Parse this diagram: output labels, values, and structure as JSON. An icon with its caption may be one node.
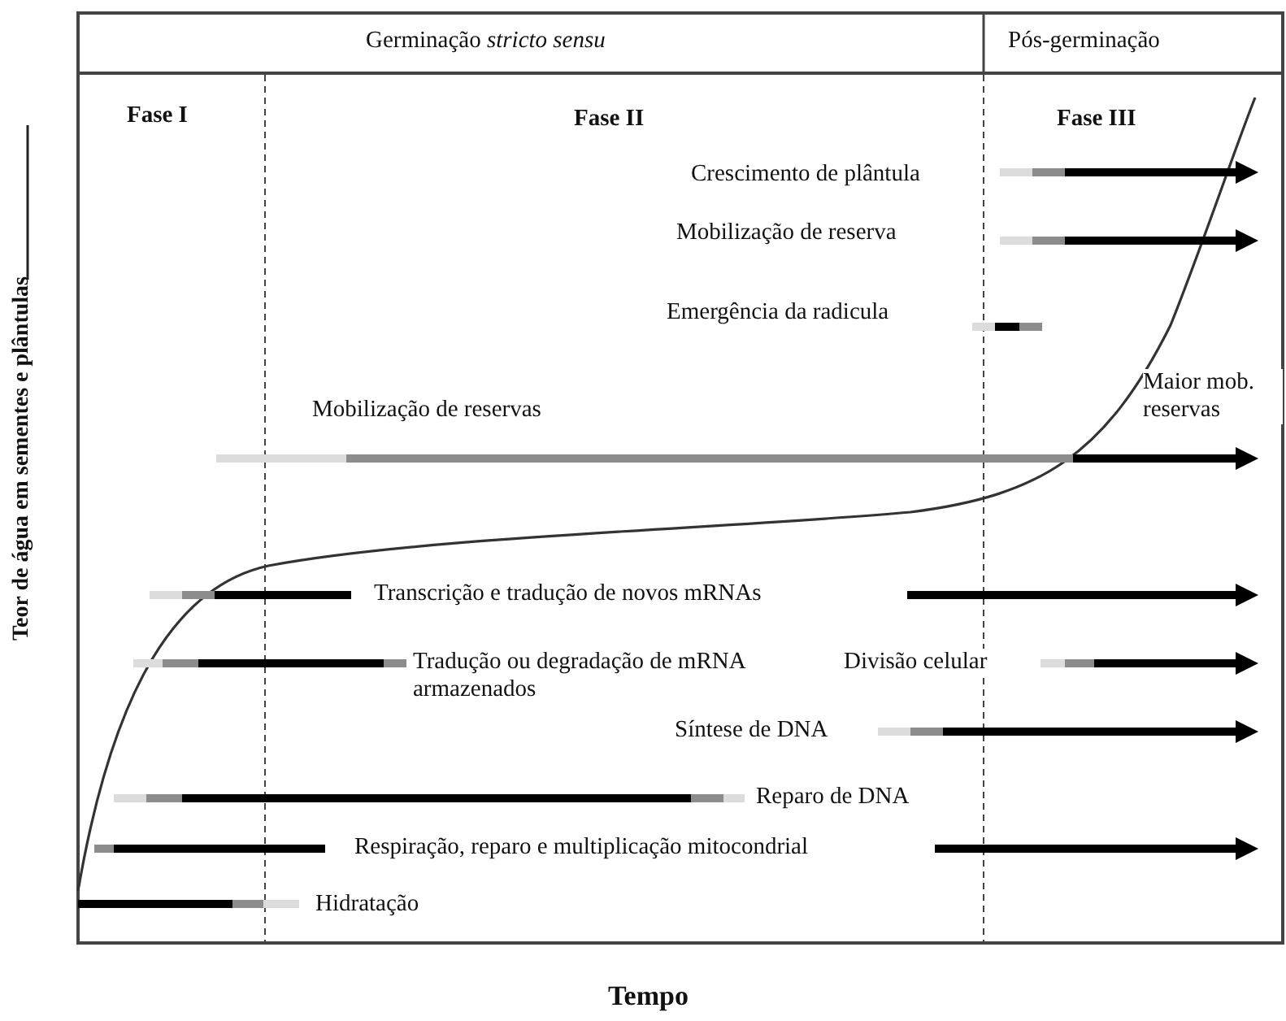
{
  "diagram": {
    "labels": [
      "Germinação *stricto sensu*",
      "Pós-germinação",
      "Fase I",
      "Fase II",
      "Fase III",
      "Crescimento de plântula",
      "Mobilização de reserva",
      "Emergência da radicula",
      "Maior mob. reservas",
      "Mobilização de reservas",
      "Transcrição e tradução de novos mRNAs",
      "Tradução ou degradação de mRNA armazenados",
      "Divisão celular",
      "Síntese de DNA",
      "Reparo de DNA",
      "Respiração, reparo e multiplicação mitocondrial",
      "Hidratação",
      "Teor de água em sementes e plântulas",
      "Tempo"
    ]
  }
}
